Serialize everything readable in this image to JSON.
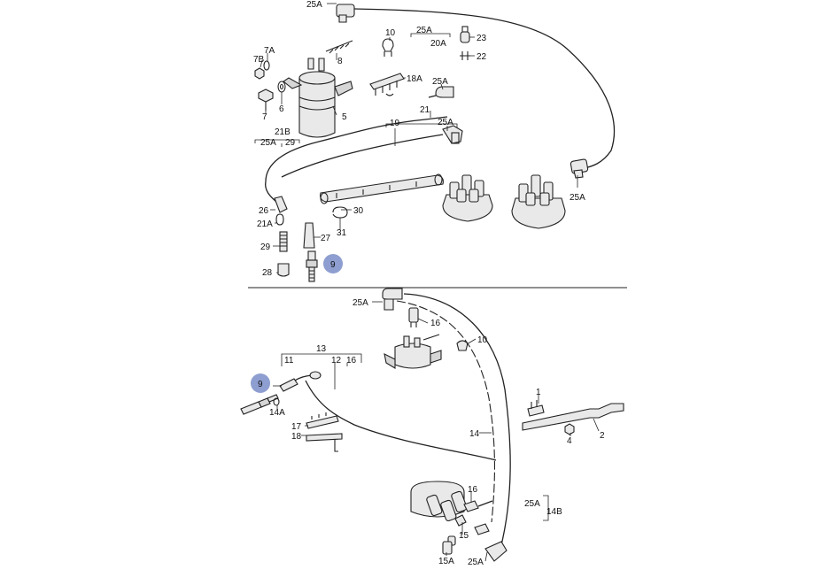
{
  "labels": {
    "l25a_top": "25A",
    "l25a_20a": "25A",
    "l20a": "20A",
    "l10_top": "10",
    "l23": "23",
    "l22": "22",
    "l7a": "7A",
    "l7b": "7B",
    "l8": "8",
    "l18a": "18A",
    "l25a_coilboot": "25A",
    "l7": "7",
    "l6": "6",
    "l5": "5",
    "l21": "21",
    "l25a_21": "25A",
    "l19": "19",
    "l21b": "21B",
    "l25a_21b": "25A",
    "l29_bracket": "29",
    "l25a_right": "25A",
    "l26": "26",
    "l30": "30",
    "l21a": "21A",
    "l31": "31",
    "l27": "27",
    "l29": "29",
    "l9_top": "9",
    "l28": "28",
    "l25a_mid": "25A",
    "l16_mid": "16",
    "l10_mid": "10",
    "l13": "13",
    "l11": "11",
    "l12": "12",
    "l16_bracket": "16",
    "l9_left": "9",
    "l14a": "14A",
    "l1": "1",
    "l17": "17",
    "l18": "18",
    "l4": "4",
    "l2": "2",
    "l14": "14",
    "l16_low": "16",
    "l25a_14b": "25A",
    "l14b": "14B",
    "l15": "15",
    "l15a": "15A",
    "l25a_bottom": "25A"
  },
  "colors": {
    "highlight": "#8e9ed0",
    "line": "#222222"
  }
}
